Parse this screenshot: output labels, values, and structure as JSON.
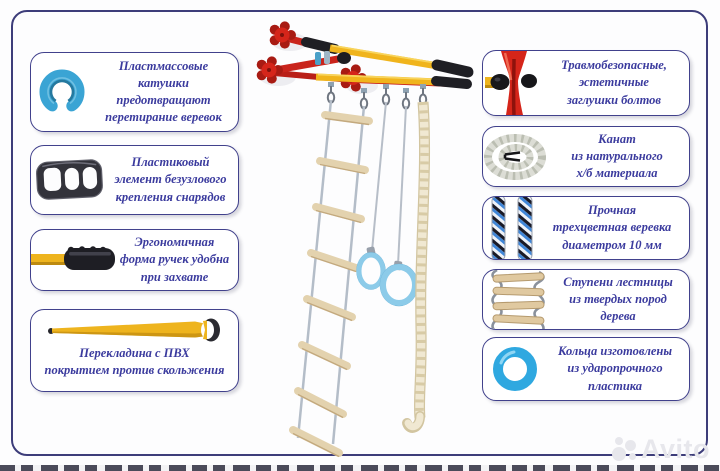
{
  "watermark": {
    "brand": "Avito"
  },
  "callouts": {
    "left": [
      {
        "icon": "blue-spool-icon",
        "lines": [
          "Пластмассовые",
          "катушки",
          "предотвращают",
          "перетирание веревок"
        ]
      },
      {
        "icon": "plastic-mount-icon",
        "lines": [
          "Пластиковый",
          "элемент безузлового",
          "крепления снарядов"
        ]
      },
      {
        "icon": "handle-grip-icon",
        "lines": [
          "Эргономичная",
          "форма ручек удобна",
          "при захвате"
        ]
      },
      {
        "icon": "crossbar-icon",
        "lines": [
          "Перекладина с ПВХ",
          "покрытием против скольжения"
        ]
      }
    ],
    "right": [
      {
        "icon": "bolt-cap-icon",
        "lines": [
          "Травмобезопасные,",
          "эстетичные",
          "заглушки болтов"
        ]
      },
      {
        "icon": "rope-coil-icon",
        "lines": [
          "Канат",
          "из натурального",
          "х/б материала"
        ]
      },
      {
        "icon": "tricolor-rope-icon",
        "lines": [
          "Прочная",
          "трехцветная веревка",
          "диаметром 10 мм"
        ]
      },
      {
        "icon": "ladder-steps-icon",
        "lines": [
          "Ступени лестницы",
          "из твердых пород",
          "дерева"
        ]
      },
      {
        "icon": "plastic-ring-icon",
        "lines": [
          "Кольца изготовлены",
          "из ударопрочного",
          "пластика"
        ]
      }
    ]
  },
  "colors": {
    "outline_navy": "#3d3d7a",
    "text_blue": "#3b3b9e",
    "red": "#cf2318",
    "yellow": "#f0b41c",
    "spool_blue": "#3aa4d4",
    "hanging_ring_blue": "#8ccbe9",
    "icon_ring_blue": "#2fa8e0",
    "wood": "#e3d2ae",
    "rope_cream": "#f0e8d2",
    "watermark_gray": "#e7e7ec"
  }
}
